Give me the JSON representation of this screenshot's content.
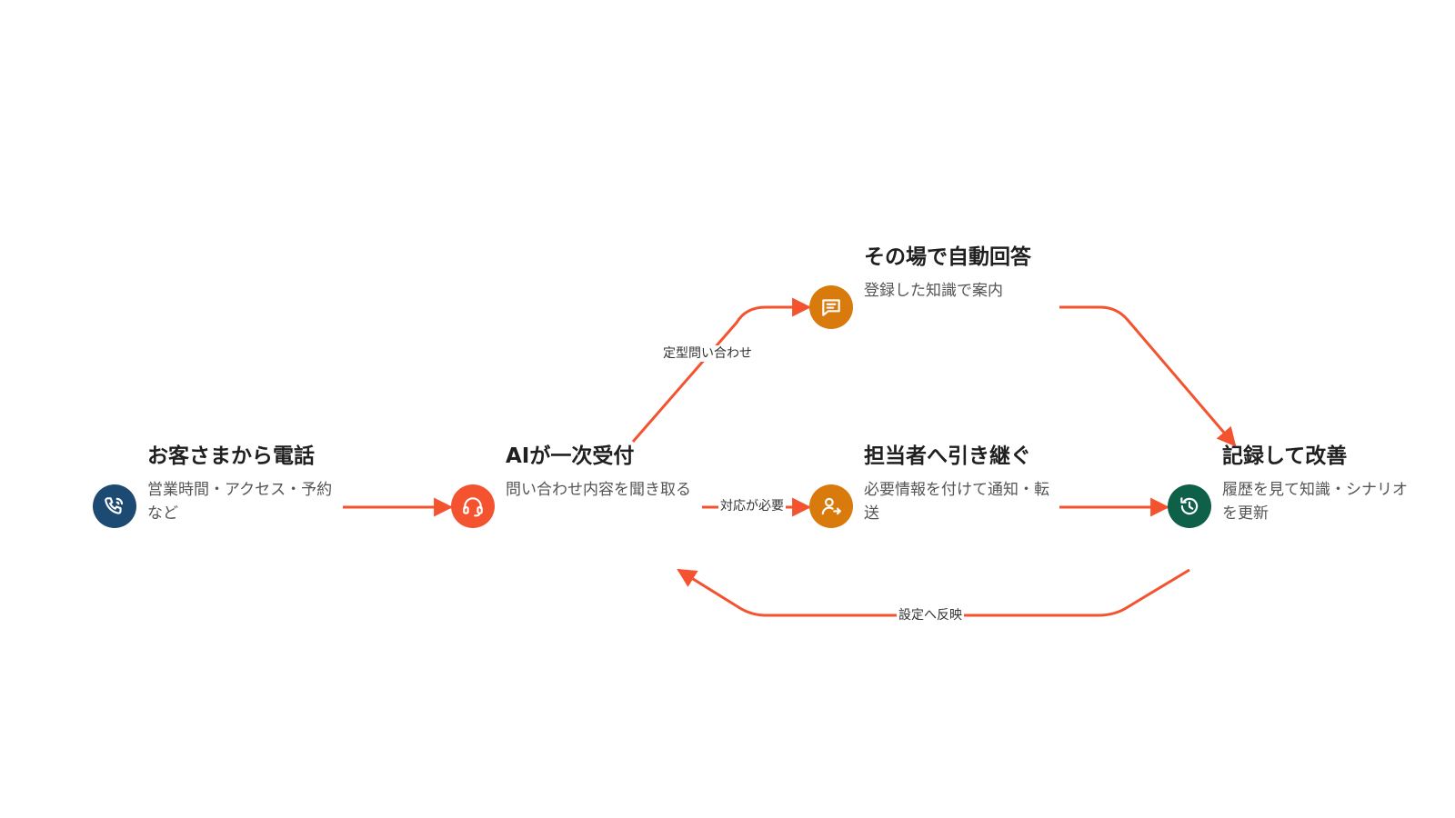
{
  "colors": {
    "arrow": "#f4532f",
    "node_call": "#1c4a72",
    "node_ai": "#f4532f",
    "node_auto": "#d97a0c",
    "node_handoff": "#d97a0c",
    "node_record": "#0f6049"
  },
  "nodes": {
    "call": {
      "icon": "phone-icon",
      "title": "お客さまから電話",
      "desc": "営業時間・アクセス・予約など"
    },
    "ai": {
      "icon": "headset-icon",
      "title": "AIが一次受付",
      "desc": "問い合わせ内容を聞き取る"
    },
    "auto": {
      "icon": "chat-icon",
      "title": "その場で自動回答",
      "desc": "登録した知識で案内"
    },
    "handoff": {
      "icon": "person-transfer-icon",
      "title": "担当者へ引き継ぐ",
      "desc": "必要情報を付けて通知・転送"
    },
    "record": {
      "icon": "history-icon",
      "title": "記録して改善",
      "desc": "履歴を見て知識・シナリオを更新"
    }
  },
  "edges": {
    "routine": {
      "label": "定型問い合わせ"
    },
    "needed": {
      "label": "対応が必要"
    },
    "feedback": {
      "label": "設定へ反映"
    }
  }
}
